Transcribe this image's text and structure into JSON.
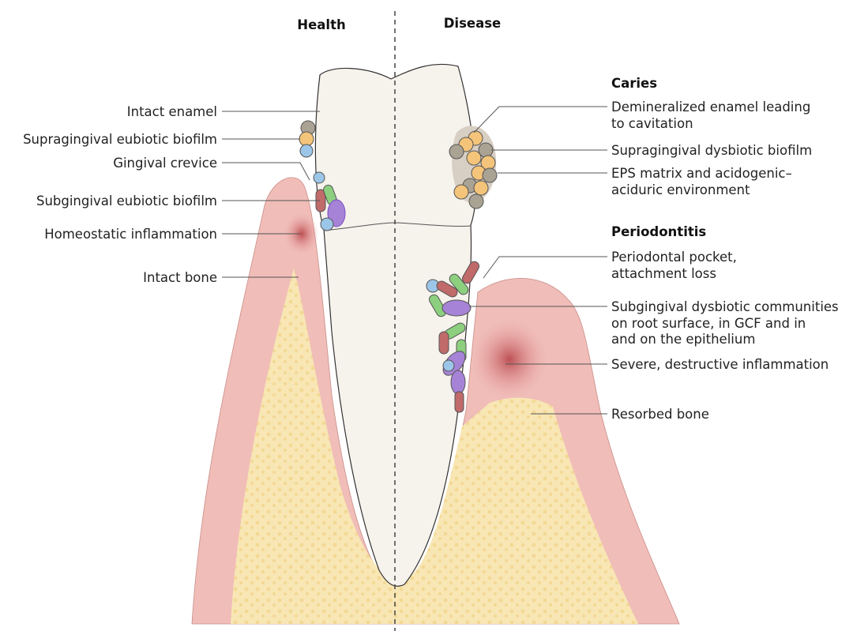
{
  "headers": {
    "health": "Health",
    "disease": "Disease"
  },
  "left_labels": {
    "intact_enamel": "Intact enamel",
    "supragingival_eubiotic": "Supragingival eubiotic biofilm",
    "gingival_crevice": "Gingival crevice",
    "subgingival_eubiotic": "Subgingival eubiotic biofilm",
    "homeostatic_inflammation": "Homeostatic inflammation",
    "intact_bone": "Intact bone"
  },
  "caries": {
    "title": "Caries",
    "demineralized": [
      "Demineralized enamel leading",
      "to cavitation"
    ],
    "supragingival_dysbiotic": "Supragingival dysbiotic biofilm",
    "eps": [
      "EPS matrix and acidogenic–",
      "aciduric environment"
    ]
  },
  "periodontitis": {
    "title": "Periodontitis",
    "pocket": [
      "Periodontal pocket,",
      "attachment loss"
    ],
    "subgingival_dysbiotic": [
      "Subgingival dysbiotic communities",
      "on root surface, in GCF and in",
      "and on the epithelium"
    ],
    "inflammation": "Severe, destructive inflammation",
    "resorbed_bone": "Resorbed bone"
  },
  "colors": {
    "gum": "#f0bdb8",
    "bone": "#f8e6b4",
    "tooth": "#f6f2ec",
    "inflammation": "#b8444a"
  }
}
